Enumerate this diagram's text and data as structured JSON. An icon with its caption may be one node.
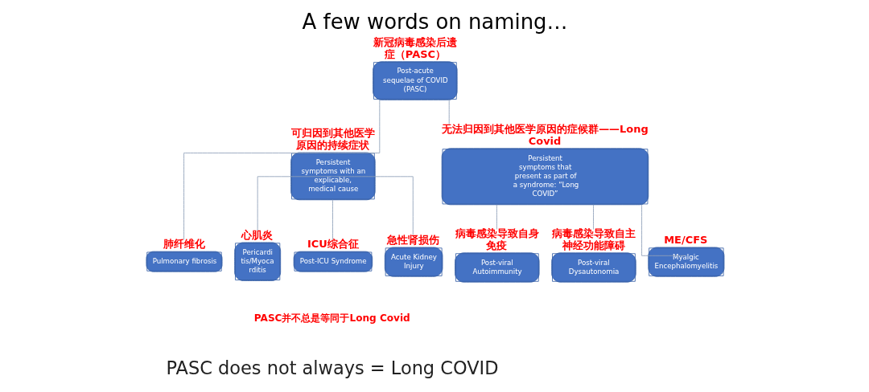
{
  "diagram": {
    "title": "A few words on naming…",
    "nodes": [
      {
        "text": [
          "新冠病毒感染后遗症（PASC）",
          "Post-acute sequelae of COVID (PASC)"
        ]
      },
      {
        "text": [
          "可归因到其他医学原因的持续症状",
          "Persistent symptoms with an explicable, medical cause"
        ]
      },
      {
        "text": [
          "无法归因到其他医学原因的症候群——Long Covid",
          "Persistent symptoms that present as part of a syndrome: “Long COVID”"
        ]
      },
      {
        "text": [
          "肺纤维化",
          "Pulmonary fibrosis"
        ]
      },
      {
        "text": [
          "心肌炎",
          "Pericarditis/Myocarditis"
        ]
      },
      {
        "text": [
          "ICU综合征",
          "Post-ICU Syndrome"
        ]
      },
      {
        "text": [
          "急性肾损伤",
          "Acute Kidney Injury"
        ]
      },
      {
        "text": [
          "病毒感染导致自身免疫",
          "Post-viral Autoimmunity"
        ]
      },
      {
        "text": [
          "病毒感染导致自主神经功能障碍",
          "Post-viral Dysautonomia"
        ]
      },
      {
        "text": [
          "ME/CFS",
          "Myalgic Encephalomyelitis"
        ]
      }
    ],
    "edges": [
      {
        "from": 0,
        "to": 1,
        "arrow": "none"
      },
      {
        "from": 0,
        "to": 2,
        "arrow": "none"
      },
      {
        "from": 1,
        "to": 3,
        "arrow": "none"
      },
      {
        "from": 1,
        "to": 4,
        "arrow": "none"
      },
      {
        "from": 1,
        "to": 5,
        "arrow": "none"
      },
      {
        "from": 1,
        "to": 6,
        "arrow": "none"
      },
      {
        "from": 2,
        "to": 7,
        "arrow": "none"
      },
      {
        "from": 2,
        "to": 8,
        "arrow": "none"
      },
      {
        "from": 2,
        "to": 9,
        "arrow": "none"
      }
    ],
    "labels": [
      "PASC并不总是等同于Long Covid",
      "PASC does not always = Long COVID"
    ]
  }
}
